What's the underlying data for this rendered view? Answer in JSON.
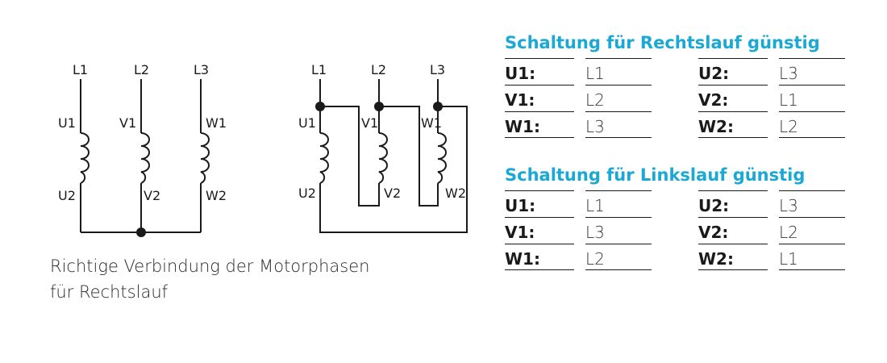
{
  "diagram_left": {
    "phases": [
      "L1",
      "L2",
      "L3"
    ],
    "top_terminals": [
      "U1",
      "V1",
      "W1"
    ],
    "bottom_terminals": [
      "U2",
      "V2",
      "W2"
    ]
  },
  "diagram_right": {
    "phases": [
      "L1",
      "L2",
      "L3"
    ],
    "top_terminals": [
      "U1",
      "V1",
      "W1"
    ],
    "bottom_terminals": [
      "U2",
      "V2",
      "W2"
    ]
  },
  "caption": {
    "line1": "Richtige Verbindung der Motorphasen",
    "line2": "für Rechtslauf"
  },
  "tables": [
    {
      "title": "Schaltung für Rechtslauf günstig",
      "rows": [
        {
          "k1": "U1:",
          "v1": "L1",
          "k2": "U2:",
          "v2": "L3"
        },
        {
          "k1": "V1:",
          "v1": "L2",
          "k2": "V2:",
          "v2": "L1"
        },
        {
          "k1": "W1:",
          "v1": "L3",
          "k2": "W2:",
          "v2": "L2"
        }
      ]
    },
    {
      "title": "Schaltung für Linkslauf günstig",
      "rows": [
        {
          "k1": "U1:",
          "v1": "L1",
          "k2": "U2:",
          "v2": "L3"
        },
        {
          "k1": "V1:",
          "v1": "L3",
          "k2": "V2:",
          "v2": "L2"
        },
        {
          "k1": "W1:",
          "v1": "L2",
          "k2": "W2:",
          "v2": "L1"
        }
      ]
    }
  ],
  "colors": {
    "accent": "#1aa8d4",
    "line": "#1a1a1a"
  }
}
